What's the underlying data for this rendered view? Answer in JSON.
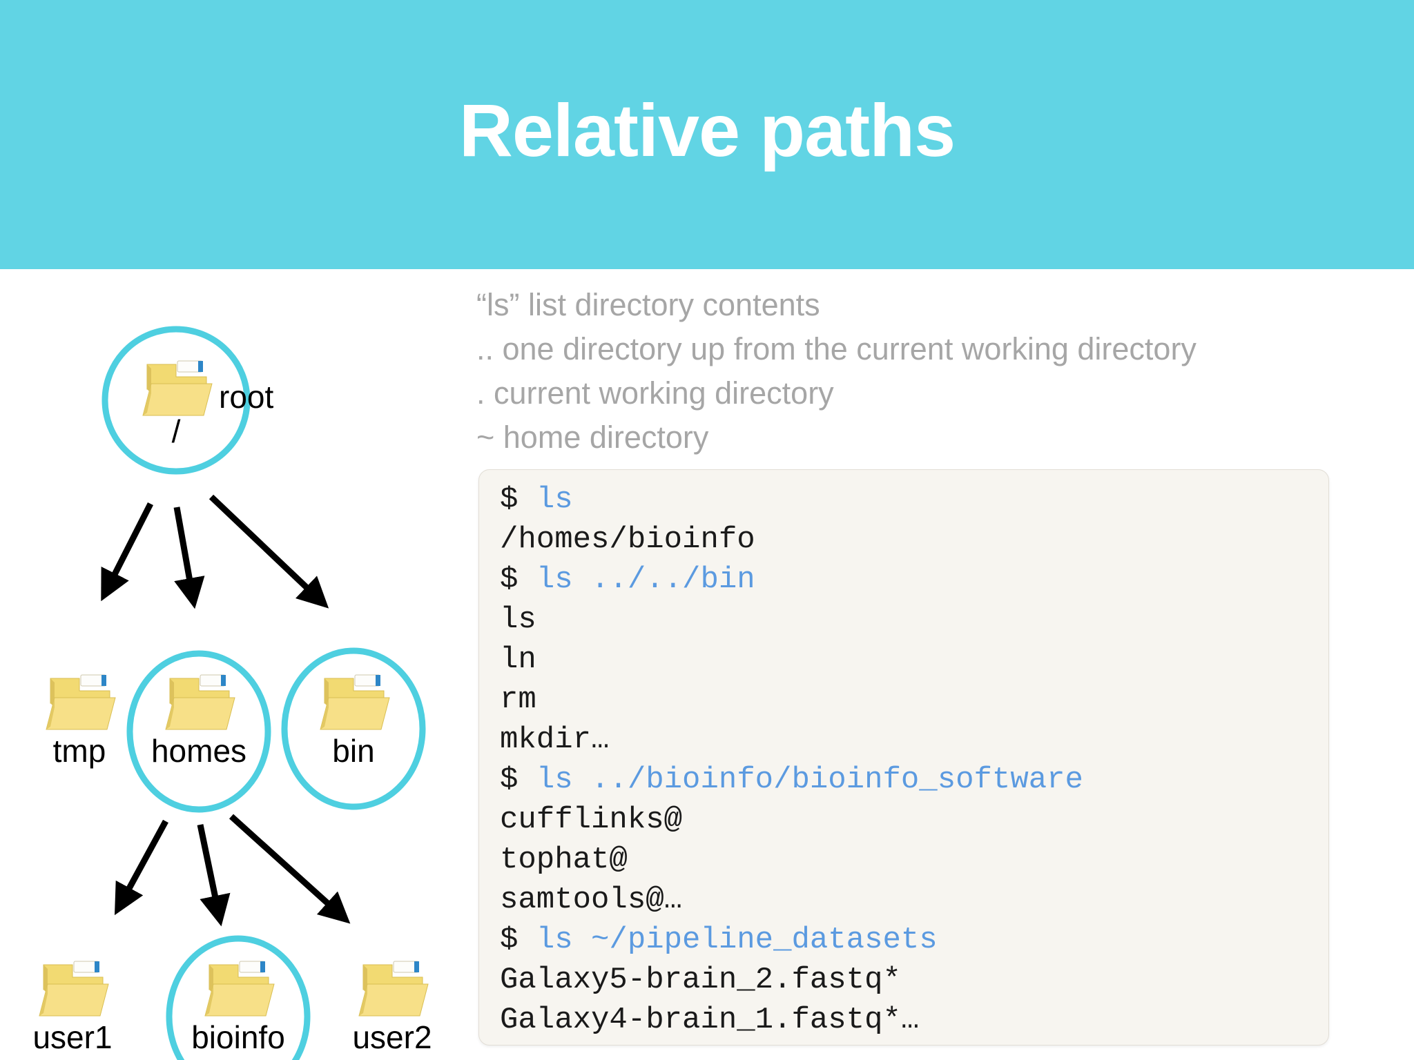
{
  "colors": {
    "header_band": "#61d4e4",
    "title_text": "#ffffff",
    "circle_highlight": "#4ecfe0",
    "legend_text": "#a6a6a6",
    "terminal_bg": "#f7f5f0",
    "terminal_command": "#5b9ae0",
    "terminal_output": "#1a1a1a",
    "folder_yellow": "#f5de78"
  },
  "header": {
    "title": "Relative paths"
  },
  "tree": {
    "icon_name": "folder-icon",
    "nodes": [
      {
        "id": "root",
        "label": "root",
        "sublabel": "/",
        "highlighted": true,
        "label_position": "right"
      },
      {
        "id": "tmp",
        "label": "tmp",
        "sublabel": "",
        "highlighted": false,
        "label_position": "below"
      },
      {
        "id": "homes",
        "label": "homes",
        "sublabel": "",
        "highlighted": true,
        "label_position": "below"
      },
      {
        "id": "bin",
        "label": "bin",
        "sublabel": "",
        "highlighted": true,
        "label_position": "below"
      },
      {
        "id": "user1",
        "label": "user1",
        "sublabel": "",
        "highlighted": false,
        "label_position": "below"
      },
      {
        "id": "bioinfo",
        "label": "bioinfo",
        "sublabel": "",
        "highlighted": true,
        "label_position": "below"
      },
      {
        "id": "user2",
        "label": "user2",
        "sublabel": "",
        "highlighted": false,
        "label_position": "below"
      }
    ],
    "edges": [
      {
        "from": "root",
        "to": "tmp"
      },
      {
        "from": "root",
        "to": "homes"
      },
      {
        "from": "root",
        "to": "bin"
      },
      {
        "from": "homes",
        "to": "user1"
      },
      {
        "from": "homes",
        "to": "bioinfo"
      },
      {
        "from": "homes",
        "to": "user2"
      }
    ]
  },
  "legend": {
    "lines": [
      "“ls” list directory contents",
      ".. one directory up from the current working directory",
      ". current working directory",
      "~ home directory"
    ]
  },
  "terminal": {
    "prompt_symbol": "$",
    "lines": [
      {
        "type": "command",
        "prompt": "$ ",
        "text": "ls"
      },
      {
        "type": "output",
        "prompt": "",
        "text": "/homes/bioinfo"
      },
      {
        "type": "command",
        "prompt": "$ ",
        "text": "ls ../../bin"
      },
      {
        "type": "output",
        "prompt": "",
        "text": "ls"
      },
      {
        "type": "output",
        "prompt": "",
        "text": "ln"
      },
      {
        "type": "output",
        "prompt": "",
        "text": "rm"
      },
      {
        "type": "output",
        "prompt": "",
        "text": "mkdir…"
      },
      {
        "type": "command",
        "prompt": "$ ",
        "text": "ls ../bioinfo/bioinfo_software"
      },
      {
        "type": "output",
        "prompt": "",
        "text": "cufflinks@"
      },
      {
        "type": "output",
        "prompt": "",
        "text": "tophat@"
      },
      {
        "type": "output",
        "prompt": "",
        "text": "samtools@…"
      },
      {
        "type": "command",
        "prompt": "$ ",
        "text": "ls ~/pipeline_datasets"
      },
      {
        "type": "output",
        "prompt": "",
        "text": "Galaxy5-brain_2.fastq*"
      },
      {
        "type": "output",
        "prompt": "",
        "text": "Galaxy4-brain_1.fastq*…"
      }
    ]
  }
}
